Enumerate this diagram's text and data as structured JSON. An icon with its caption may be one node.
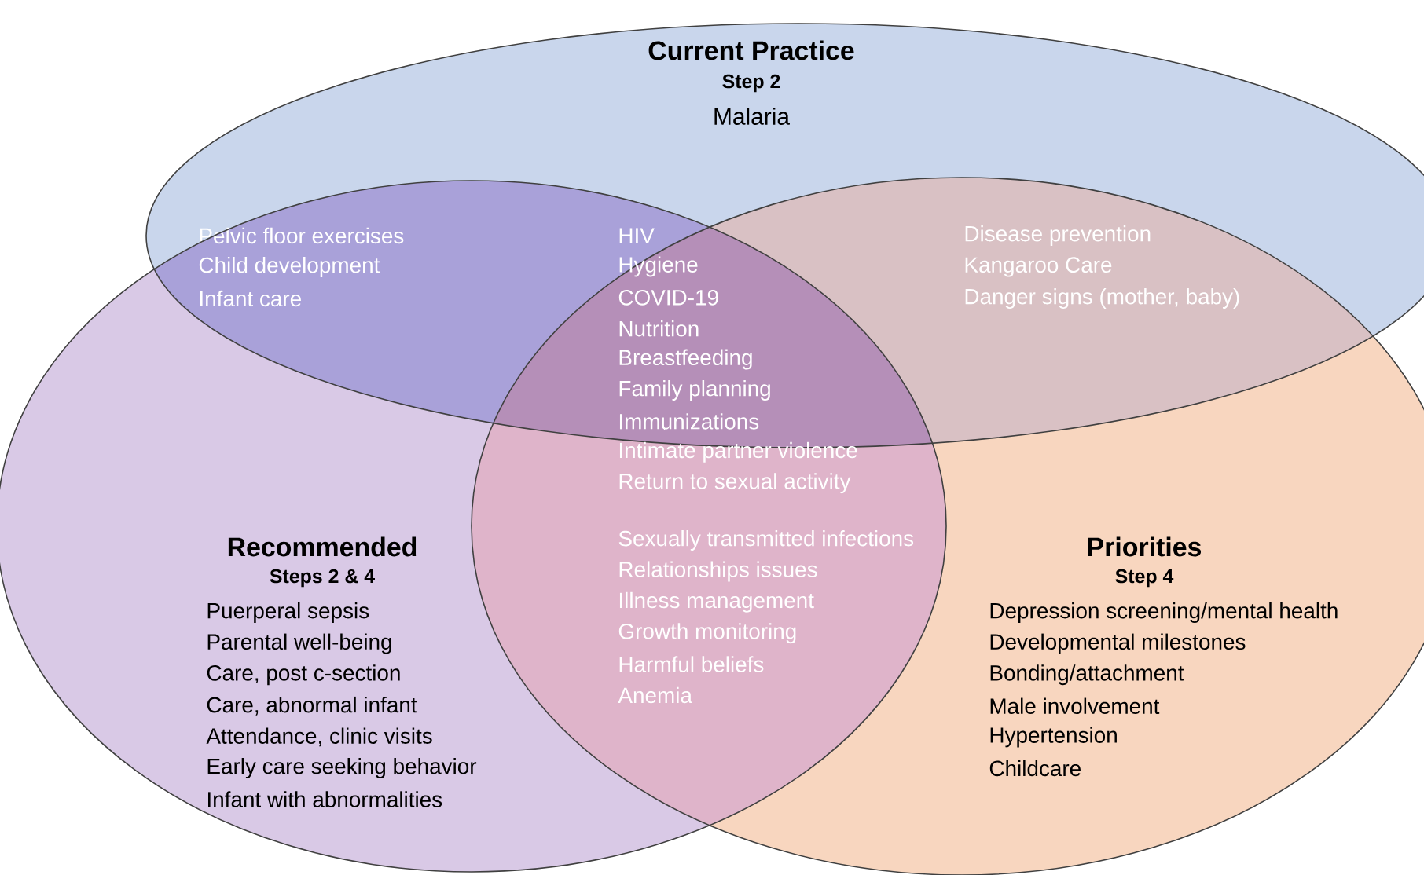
{
  "diagram": {
    "nodes": [
      {
        "text": [
          "Current Practice",
          "Step 2",
          "Malaria",
          "Pelvic floor exercises",
          "Child development",
          "Infant care",
          "Disease prevention",
          "Kangaroo Care",
          "Danger signs (mother, baby)"
        ]
      },
      {
        "text": [
          "Recommended",
          "Steps 2 & 4",
          "Puerperal sepsis",
          "Parental well-being",
          "Care, post c-section",
          "Care, abnormal infant",
          "Attendance, clinic visits",
          "Early care seeking behavior",
          "Infant with abnormalities"
        ]
      },
      {
        "text": [
          "Priorities",
          "Step 4",
          "Depression screening/mental health",
          "Developmental milestones",
          "Bonding/attachment",
          "Male involvement",
          "Hypertension",
          "Childcare"
        ]
      }
    ],
    "labels": [
      "HIV",
      "Hygiene",
      "COVID-19",
      "Nutrition",
      "Breastfeeding",
      "Family planning",
      "Immunizations",
      "Intimate partner violence",
      "Return to sexual activity",
      "Sexually transmitted infections",
      "Relationships issues",
      "Illness management",
      "Growth monitoring",
      "Harmful beliefs",
      "Anemia"
    ]
  }
}
